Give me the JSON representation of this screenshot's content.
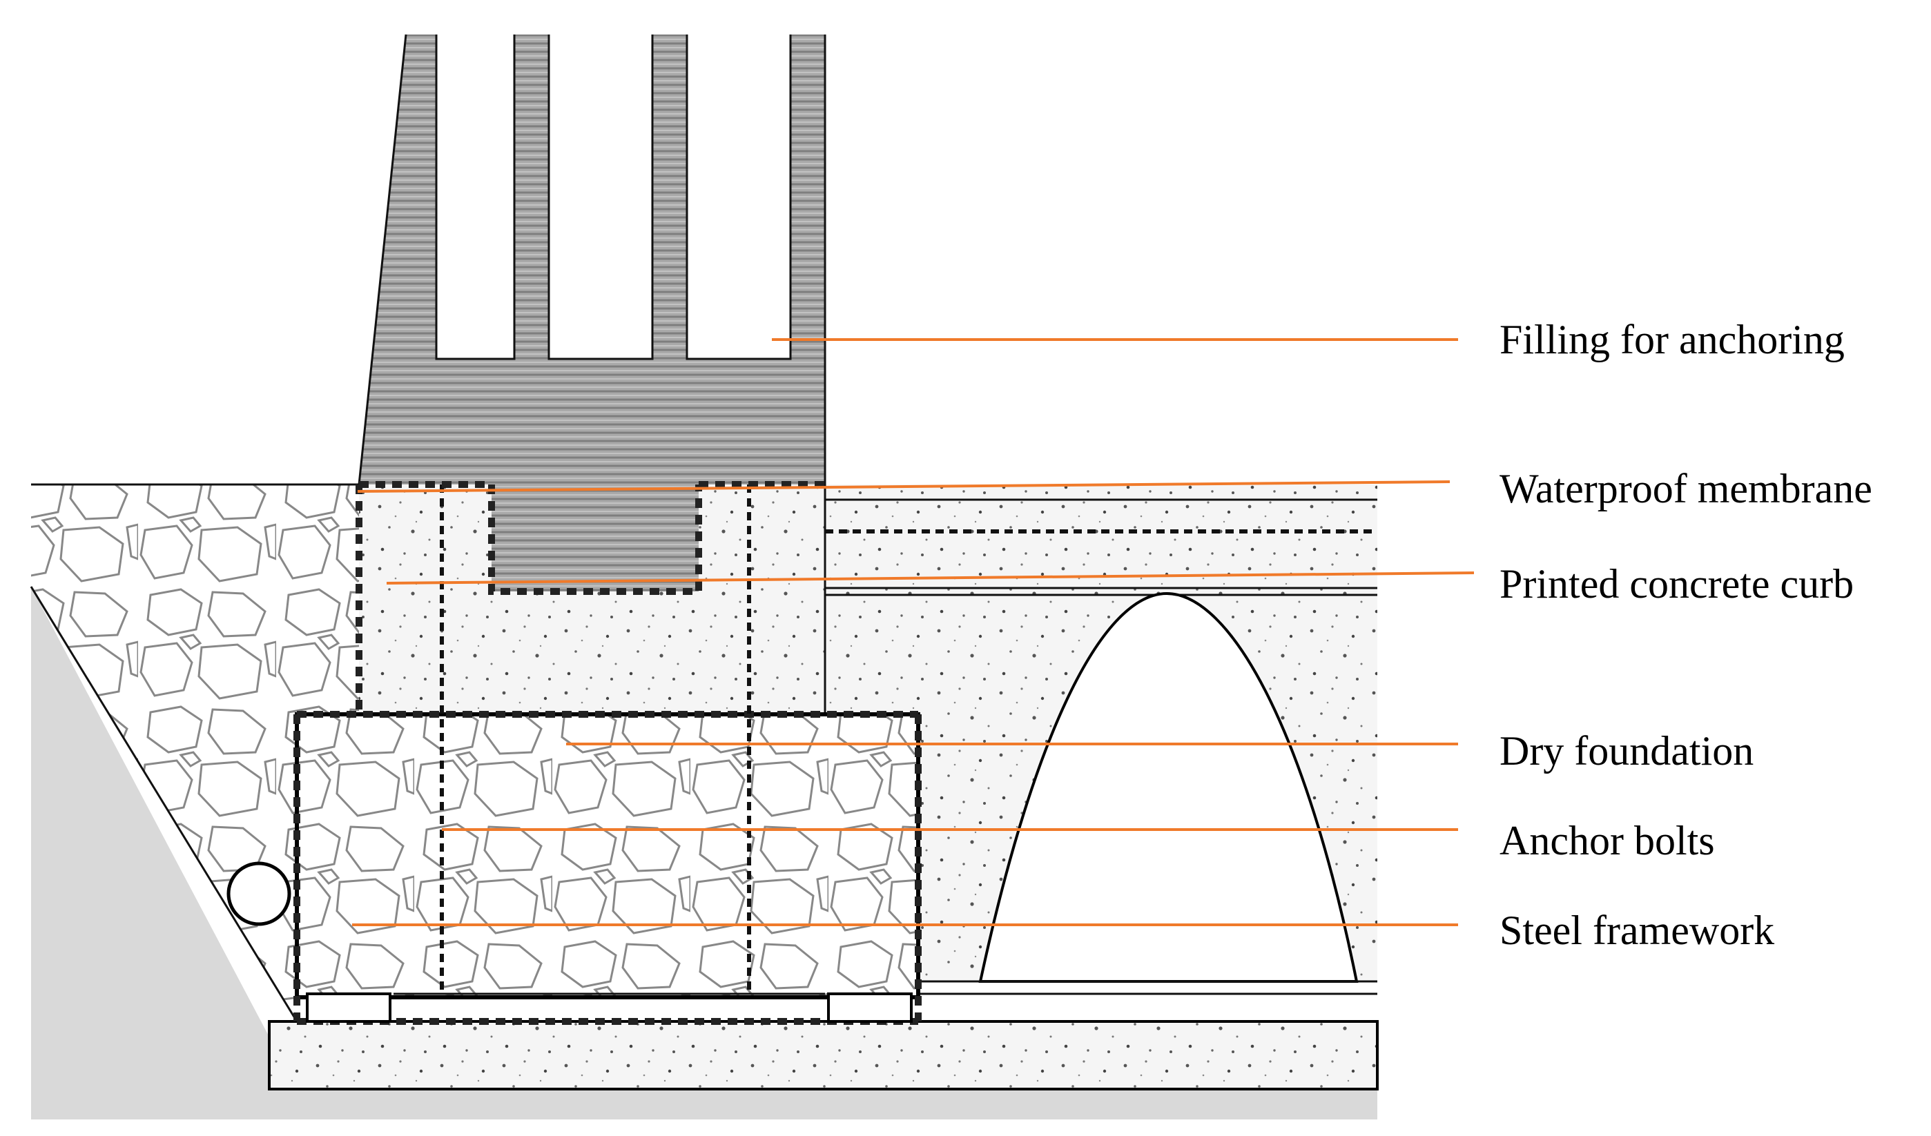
{
  "labels": {
    "filling": "Filling for anchoring",
    "membrane": "Waterproof membrane",
    "curb": "Printed concrete curb",
    "foundation": "Dry foundation",
    "bolts": "Anchor bolts",
    "framework": "Steel framework"
  },
  "colors": {
    "leader": "#f07a2a",
    "ground": "#d9d9d9",
    "filling": "#9a9a9a",
    "concrete": "#f4f4f4"
  }
}
